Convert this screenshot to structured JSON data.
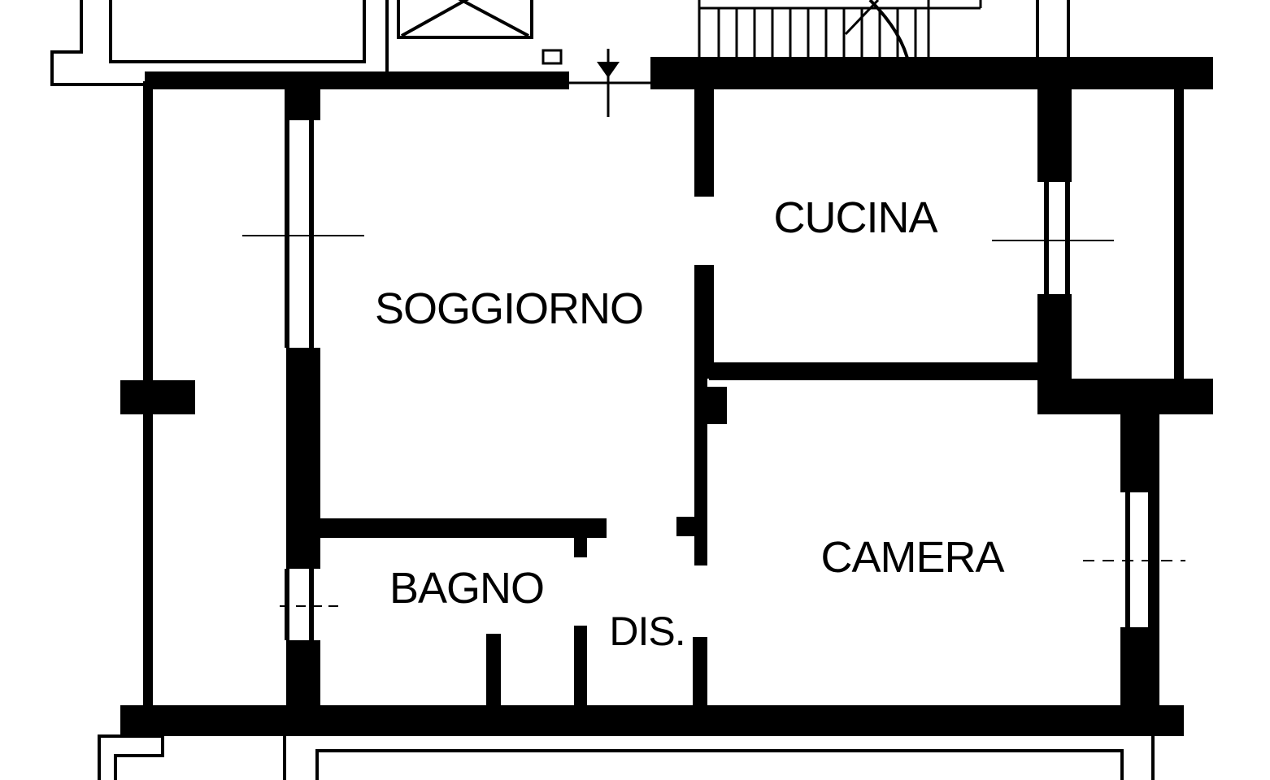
{
  "plan": {
    "rooms": [
      {
        "id": "soggiorno",
        "label": "SOGGIORNO"
      },
      {
        "id": "cucina",
        "label": "CUCINA"
      },
      {
        "id": "camera",
        "label": "CAMERA"
      },
      {
        "id": "bagno",
        "label": "BAGNO"
      },
      {
        "id": "dis",
        "label": "DIS."
      }
    ],
    "colors": {
      "wall": "#000000",
      "background": "#ffffff"
    }
  }
}
